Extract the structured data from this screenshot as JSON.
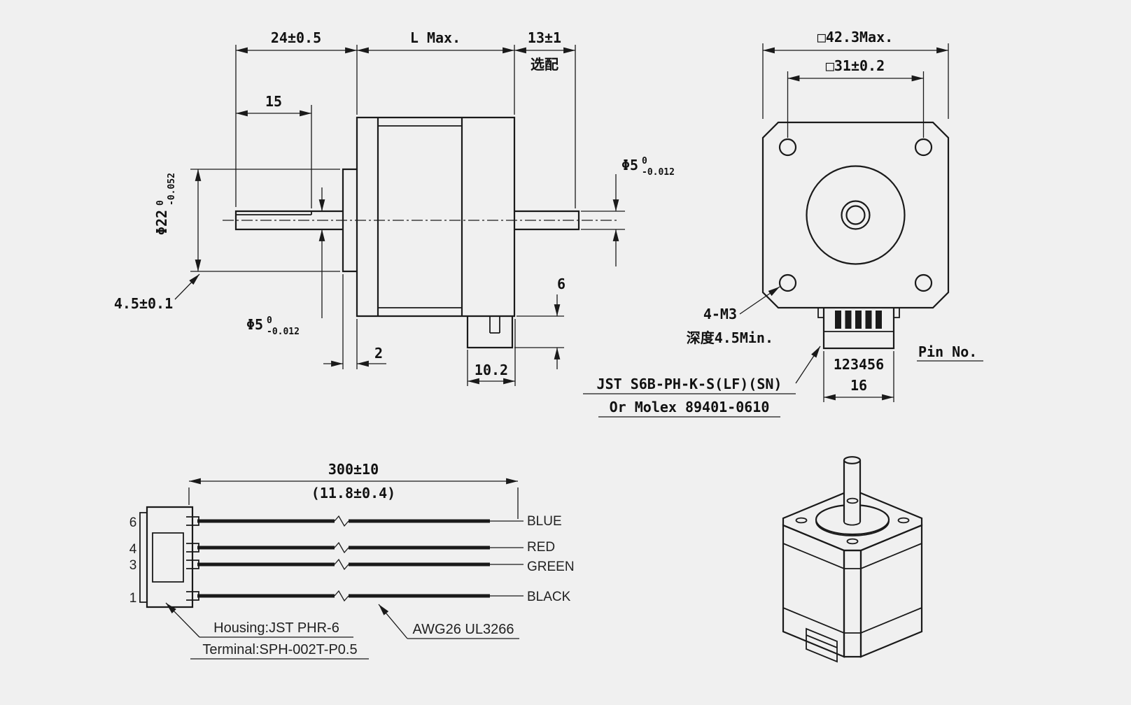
{
  "canvas": {
    "bg": "#f0f0f0",
    "ink": "#1a1a1a"
  },
  "side_view": {
    "dim_shaft_len": "24±0.5",
    "dim_body_len": "L Max.",
    "dim_rear_shaft": "13±1",
    "optional_label": "选配",
    "dim_flat_len": "15",
    "dia_boss": {
      "main": "Φ22",
      "sup": "0",
      "sub": "-0.052"
    },
    "dim_boss_offset": "4.5±0.1",
    "dia_shaft_front": {
      "main": "Φ5",
      "sup": "0",
      "sub": "-0.012"
    },
    "dim_pilot_depth": "2",
    "dim_connector_len": "10.2",
    "dim_connector_height": "6",
    "dia_shaft_rear": {
      "main": "Φ5",
      "sup": "0",
      "sub": "-0.012"
    }
  },
  "front_view": {
    "dim_frame": "□42.3Max.",
    "dim_hole_pitch": "□31±0.2",
    "mount_holes": "4-M3",
    "mount_depth": "深度4.5Min.",
    "pin_no_label": "Pin No.",
    "pin_numbers": "123456",
    "dim_connector_width": "16",
    "connector_line1": "JST S6B-PH-K-S(LF)(SN)",
    "connector_line2": "Or Molex 89401-0610"
  },
  "wiring": {
    "dim_length": "300±10",
    "dim_length_inch": "(11.8±0.4)",
    "pins": [
      {
        "no": "6",
        "color": "BLUE"
      },
      {
        "no": "4",
        "color": "RED"
      },
      {
        "no": "3",
        "color": "GREEN"
      },
      {
        "no": "1",
        "color": "BLACK"
      }
    ],
    "housing_note": "Housing:JST PHR-6",
    "terminal_note": "Terminal:SPH-002T-P0.5",
    "wire_note": "AWG26 UL3266"
  }
}
